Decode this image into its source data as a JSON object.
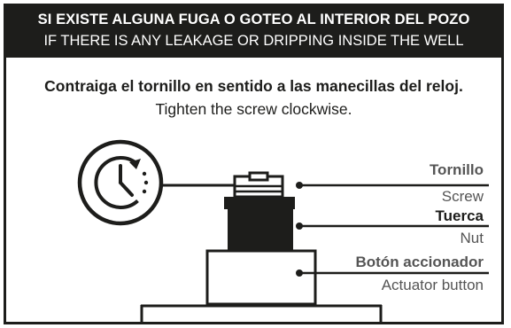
{
  "header": {
    "title_es": "SI EXISTE ALGUNA FUGA O GOTEO AL INTERIOR DEL POZO",
    "title_en": "IF THERE IS ANY LEAKAGE OR DRIPPING INSIDE THE WELL",
    "background": "#1d1d1b",
    "text_color": "#ffffff"
  },
  "instruction": {
    "es": "Contraiga el tornillo en sentido a las manecillas del reloj.",
    "en": "Tighten the screw clockwise."
  },
  "labels": {
    "screw_es": "Tornillo",
    "screw_en": "Screw",
    "nut_es": "Tuerca",
    "nut_en": "Nut",
    "actuator_es": "Botón accionador",
    "actuator_en": "Actuator button"
  },
  "icons": {
    "clock": "clockwise-clock-icon"
  },
  "colors": {
    "ink": "#1d1d1b",
    "label_gray": "#555555",
    "background": "#ffffff"
  }
}
